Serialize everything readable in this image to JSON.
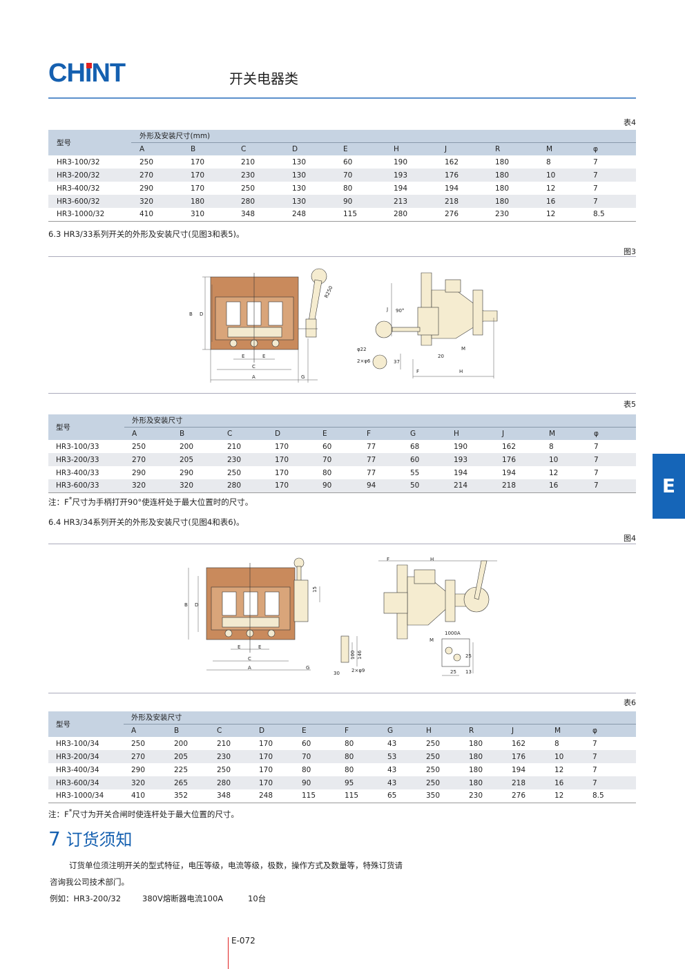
{
  "header": {
    "brand": "CHINT",
    "category": "开关电器类"
  },
  "table4": {
    "caption": "表4",
    "model_header": "型号",
    "group_header": "外形及安装尺寸(mm)",
    "columns": [
      "A",
      "B",
      "C",
      "D",
      "E",
      "H",
      "J",
      "R",
      "M",
      "φ"
    ],
    "rows": [
      [
        "HR3-100/32",
        "250",
        "170",
        "210",
        "130",
        "60",
        "190",
        "162",
        "180",
        "8",
        "7"
      ],
      [
        "HR3-200/32",
        "270",
        "170",
        "230",
        "130",
        "70",
        "193",
        "176",
        "180",
        "10",
        "7"
      ],
      [
        "HR3-400/32",
        "290",
        "170",
        "250",
        "130",
        "80",
        "194",
        "194",
        "180",
        "12",
        "7"
      ],
      [
        "HR3-600/32",
        "320",
        "180",
        "280",
        "130",
        "90",
        "213",
        "218",
        "180",
        "16",
        "7"
      ],
      [
        "HR3-1000/32",
        "410",
        "310",
        "348",
        "248",
        "115",
        "280",
        "276",
        "230",
        "12",
        "8.5"
      ]
    ]
  },
  "section_6_3": "6.3 HR3/33系列开关的外形及安装尺寸(见图3和表5)。",
  "fig3": {
    "caption": "图3",
    "labels": [
      "B",
      "D",
      "E",
      "E",
      "C",
      "A",
      "G",
      "R250",
      "J",
      "90°",
      "φ22",
      "2×φ6",
      "37",
      "20",
      "F",
      "H",
      "M"
    ]
  },
  "table5": {
    "caption": "表5",
    "model_header": "型号",
    "group_header": "外形及安装尺寸",
    "columns": [
      "A",
      "B",
      "C",
      "D",
      "E",
      "F",
      "G",
      "H",
      "J",
      "M",
      "φ"
    ],
    "rows": [
      [
        "HR3-100/33",
        "250",
        "200",
        "210",
        "170",
        "60",
        "77",
        "68",
        "190",
        "162",
        "8",
        "7"
      ],
      [
        "HR3-200/33",
        "270",
        "205",
        "230",
        "170",
        "70",
        "77",
        "60",
        "193",
        "176",
        "10",
        "7"
      ],
      [
        "HR3-400/33",
        "290",
        "290",
        "250",
        "170",
        "80",
        "77",
        "55",
        "194",
        "194",
        "12",
        "7"
      ],
      [
        "HR3-600/33",
        "320",
        "320",
        "280",
        "170",
        "90",
        "94",
        "50",
        "214",
        "218",
        "16",
        "7"
      ]
    ],
    "note_prefix": "注：F",
    "note_star": "*",
    "note_text": "尺寸为手柄打开90°使连杆处于最大位置时的尺寸。"
  },
  "section_6_4": "6.4 HR3/34系列开关的外形及安装尺寸(见图4和表6)。",
  "fig4": {
    "caption": "图4",
    "labels": [
      "B",
      "D",
      "E",
      "E",
      "C",
      "A",
      "G",
      "15",
      "100",
      "146",
      "30",
      "2×φ9",
      "F",
      "H",
      "M",
      "1000A",
      "25",
      "25",
      "13"
    ]
  },
  "table6": {
    "caption": "表6",
    "model_header": "型号",
    "group_header": "外形及安装尺寸",
    "columns": [
      "A",
      "B",
      "C",
      "D",
      "E",
      "F",
      "G",
      "H",
      "R",
      "J",
      "M",
      "φ"
    ],
    "rows": [
      [
        "HR3-100/34",
        "250",
        "200",
        "210",
        "170",
        "60",
        "80",
        "43",
        "250",
        "180",
        "162",
        "8",
        "7"
      ],
      [
        "HR3-200/34",
        "270",
        "205",
        "230",
        "170",
        "70",
        "80",
        "53",
        "250",
        "180",
        "176",
        "10",
        "7"
      ],
      [
        "HR3-400/34",
        "290",
        "225",
        "250",
        "170",
        "80",
        "80",
        "43",
        "250",
        "180",
        "194",
        "12",
        "7"
      ],
      [
        "HR3-600/34",
        "320",
        "265",
        "280",
        "170",
        "90",
        "95",
        "43",
        "250",
        "180",
        "218",
        "16",
        "7"
      ],
      [
        "HR3-1000/34",
        "410",
        "352",
        "348",
        "248",
        "115",
        "115",
        "65",
        "350",
        "230",
        "276",
        "12",
        "8.5"
      ]
    ],
    "note_prefix": "注：F",
    "note_star": "*",
    "note_text": "尺寸为开关合闸时使连杆处于最大位置的尺寸。"
  },
  "ordering": {
    "number": "7",
    "title": "订货须知",
    "para1": "订货单位须注明开关的型式特征，电压等级，电流等级，极数，操作方式及数量等，特殊订货请",
    "para2": "咨询我公司技术部门。",
    "example_label": "例如：HR3-200/32",
    "example_spec": "380V熔断器电流100A",
    "example_qty": "10台"
  },
  "side_tab": "E",
  "footer": {
    "page": "E-072"
  }
}
